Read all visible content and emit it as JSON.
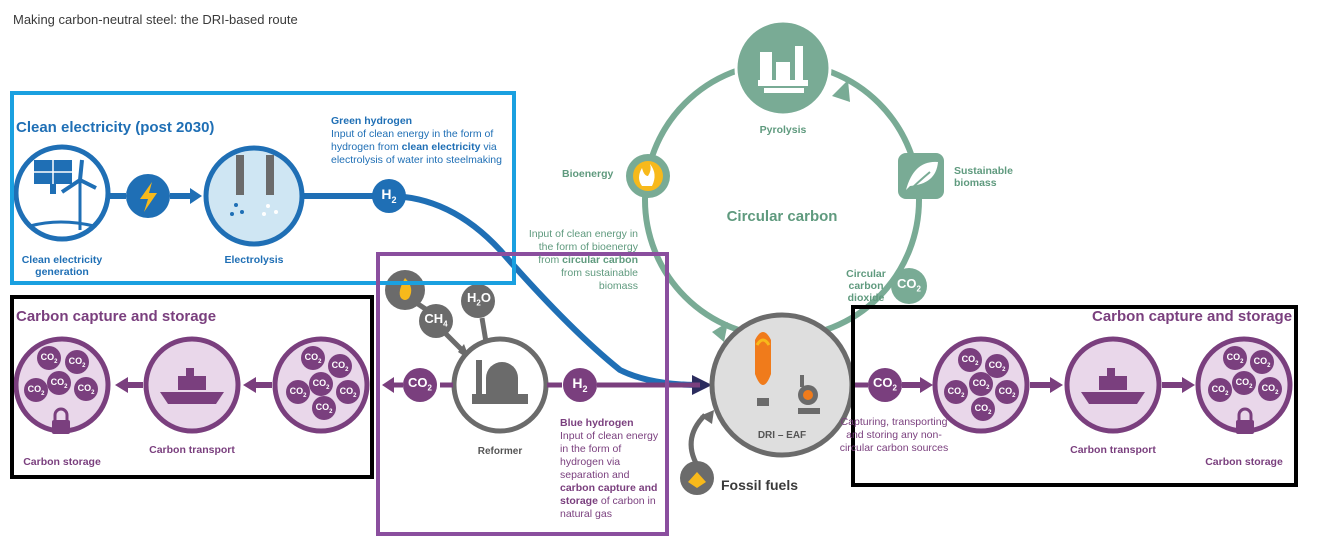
{
  "title": "Making carbon-neutral steel: the DRI-based route",
  "colors": {
    "blue": "#1f6fb5",
    "purple": "#7a3f7e",
    "green": "#5f9a7e",
    "grey": "#6b6b6b",
    "light_purple": "#e9d7ea",
    "light_blue": "#cfe6f3",
    "yellow": "#f7b91b",
    "frame_blue": "#1aa0e0",
    "frame_purple": "#8a4e9e",
    "frame_black": "#000000"
  },
  "clean_electricity": {
    "heading": "Clean electricity (post 2030)",
    "generation_label": "Clean electricity generation",
    "electrolysis_label": "Electrolysis",
    "green_hydrogen_heading": "Green hydrogen",
    "green_hydrogen_text_1": "Input of clean energy in the form of hydrogen from ",
    "green_hydrogen_bold": "clean electricity",
    "green_hydrogen_text_2": " via electrolysis of water into steelmaking",
    "h2_label": "H",
    "h2_sub": "2"
  },
  "circular_carbon": {
    "heading": "Circular carbon",
    "pyrolysis_label": "Pyrolysis",
    "bioenergy_label": "Bioenergy",
    "sustainable_biomass_label": "Sustainable biomass",
    "circular_co2_label": "Circular carbon dioxide",
    "co2_label": "CO",
    "co2_sub": "2",
    "input_text_1": "Input of clean energy in the form of bioenergy from ",
    "input_bold": "circular carbon",
    "input_text_2": " from sustainable biomass"
  },
  "reformer": {
    "label": "Reformer",
    "ch4_label": "CH",
    "ch4_sub": "4",
    "h2o_label": "H",
    "h2o_sub": "2",
    "h2o_o": "O",
    "co2_label": "CO",
    "co2_sub": "2",
    "h2_label": "H",
    "h2_sub": "2",
    "blue_hydrogen_heading": "Blue hydrogen",
    "blue_hydrogen_text_1": "Input of clean energy in the form of hydrogen via separation and ",
    "blue_hydrogen_bold": "carbon capture and storage",
    "blue_hydrogen_text_2": " of carbon in natural gas"
  },
  "dri_eaf": {
    "label": "DRI – EAF",
    "fossil_fuels_label": "Fossil fuels"
  },
  "ccs_left": {
    "heading": "Carbon capture and storage",
    "storage_label": "Carbon storage",
    "transport_label": "Carbon transport",
    "co2_label": "CO",
    "co2_sub": "2"
  },
  "ccs_right": {
    "heading": "Carbon capture and storage",
    "capturing_text": "Capturing, transporting and storing any non-circular carbon sources",
    "transport_label": "Carbon transport",
    "storage_label": "Carbon storage",
    "co2_label": "CO",
    "co2_sub": "2"
  }
}
